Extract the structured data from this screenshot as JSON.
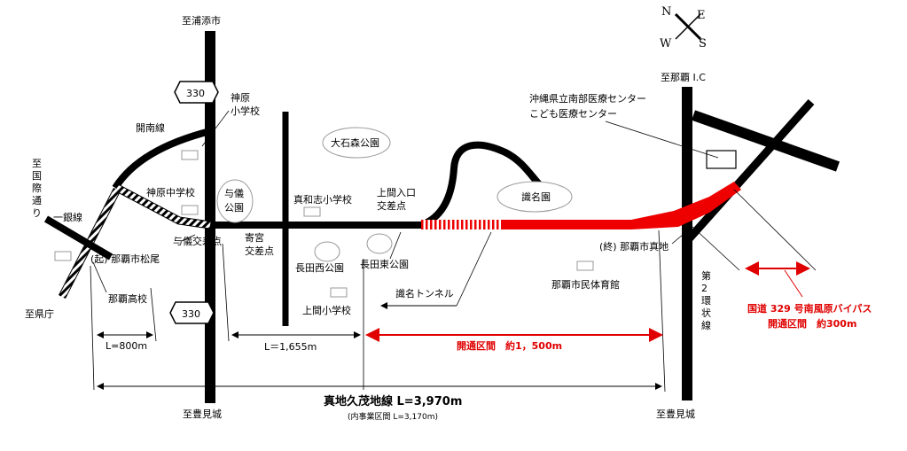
{
  "compass": {
    "n": "N",
    "e": "E",
    "w": "W",
    "s": "S"
  },
  "destinations": {
    "top_left_road": "至浦添市",
    "top_right_road": "至那覇 I.C",
    "bottom_left_road": "至豊見城",
    "bottom_right_road": "至豊見城",
    "far_left_top": "至国際通り",
    "far_left_bottom": "至県庁"
  },
  "routes": {
    "route330_top": "330",
    "route330_bottom": "330",
    "kainan_line": "開南線",
    "ichigin_line": "一銀線",
    "second_ring_line": "第２環状線"
  },
  "places": {
    "kanbaru_school": [
      "神原",
      "小学校"
    ],
    "kanbaru_junior": "神原中学校",
    "yogi_park": [
      "与儀",
      "公園"
    ],
    "yogi_intersection": "与儀交差点",
    "naha_high": "那覇高校",
    "start_point": "(起) 那覇市松尾",
    "yosemiya_intersection": [
      "寄宮",
      "交差点"
    ],
    "mawashi_school": "真和志小学校",
    "oishimori_park": "大石森公園",
    "kamama_intersection": [
      "上間入口",
      "交差点"
    ],
    "shikina_garden": "識名園",
    "nagata_west_park": "長田西公園",
    "nagata_east_park": "長田東公園",
    "kamama_school": "上間小学校",
    "shikina_tunnel": "識名トンネル",
    "end_point": "(終) 那覇市真地",
    "naha_gym": "那覇市民体育館",
    "hospital": [
      "沖縄県立南部医療センター",
      "こども医療センター"
    ]
  },
  "measurements": {
    "segment_800": "L=800m",
    "segment_1655": "L＝1,655m",
    "opened_section": "開通区間　約1，500m",
    "main_line": "真地久茂地線  L=3,970m",
    "project_section": "(内事業区間 L=3,170m)",
    "bypass": [
      "国道 329 号南風原バイパス",
      "開通区間　約300m"
    ]
  },
  "colors": {
    "road": "#000000",
    "opened": "#ee0000",
    "label_red": "#e00000"
  }
}
